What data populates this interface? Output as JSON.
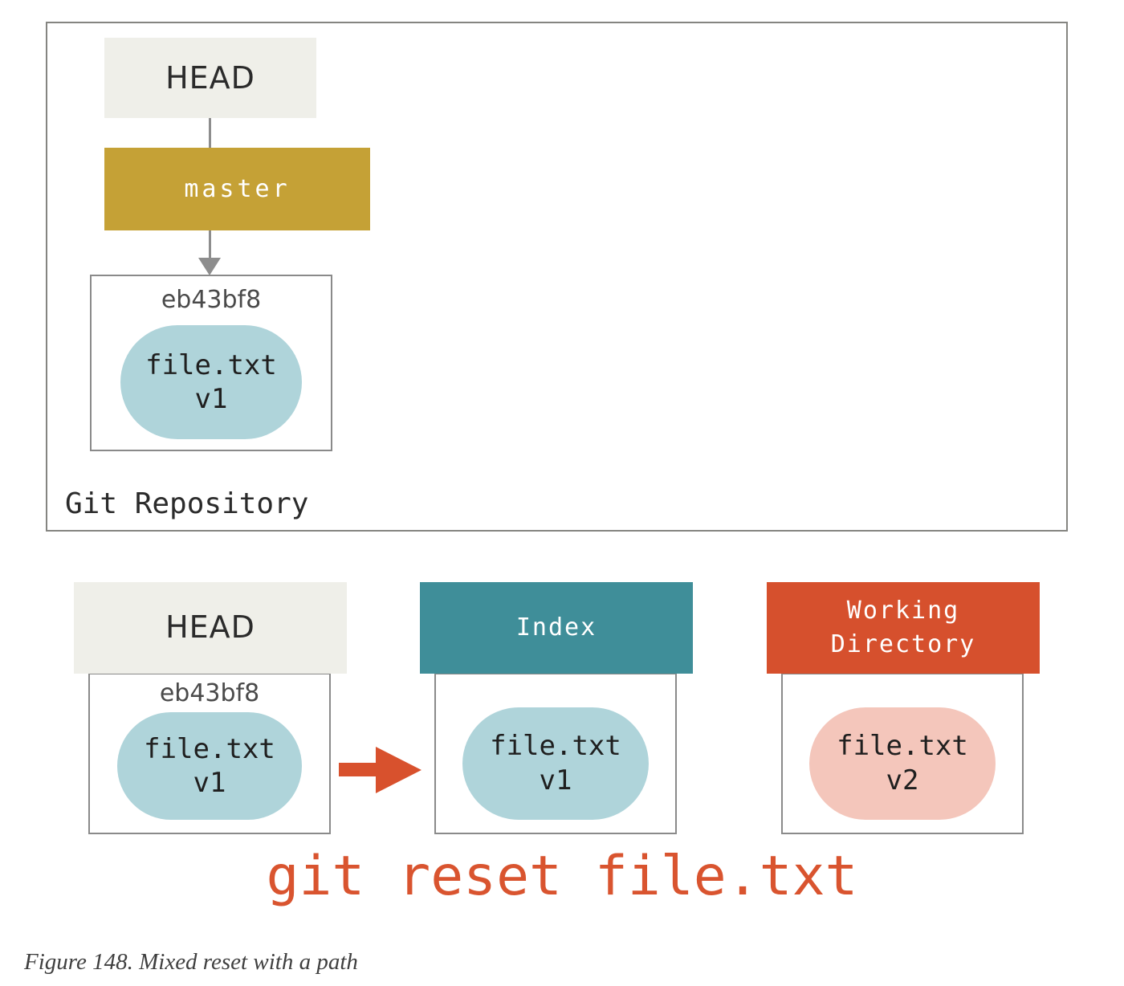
{
  "colors": {
    "beige": "#efefe9",
    "gold": "#c5a136",
    "teal": "#3f8e99",
    "orange": "#d6502d",
    "blue_pill": "#afd4da",
    "pink_pill": "#f4c6bb",
    "arrow_red": "#d8512d",
    "command_red": "#d9542f",
    "border_gray": "#8a8a8a",
    "line_gray": "#8d8d8d",
    "text_dark": "#2b2b2b",
    "hash_gray": "#4a4a4a",
    "caption_gray": "#3f3f3f"
  },
  "repo": {
    "label": "Git Repository",
    "head_label": "HEAD",
    "branch_label": "master",
    "commit": {
      "hash": "eb43bf8",
      "file": "file.txt",
      "version": "v1"
    }
  },
  "columns": {
    "head": {
      "title": "HEAD",
      "hash": "eb43bf8",
      "file": "file.txt",
      "version": "v1"
    },
    "index": {
      "title": "Index",
      "file": "file.txt",
      "version": "v1"
    },
    "working_directory": {
      "title_lines": [
        "Working",
        "Directory"
      ],
      "file": "file.txt",
      "version": "v2"
    }
  },
  "command": {
    "text": "git reset file.txt"
  },
  "caption": {
    "text": "Figure 148. Mixed reset with a path"
  }
}
